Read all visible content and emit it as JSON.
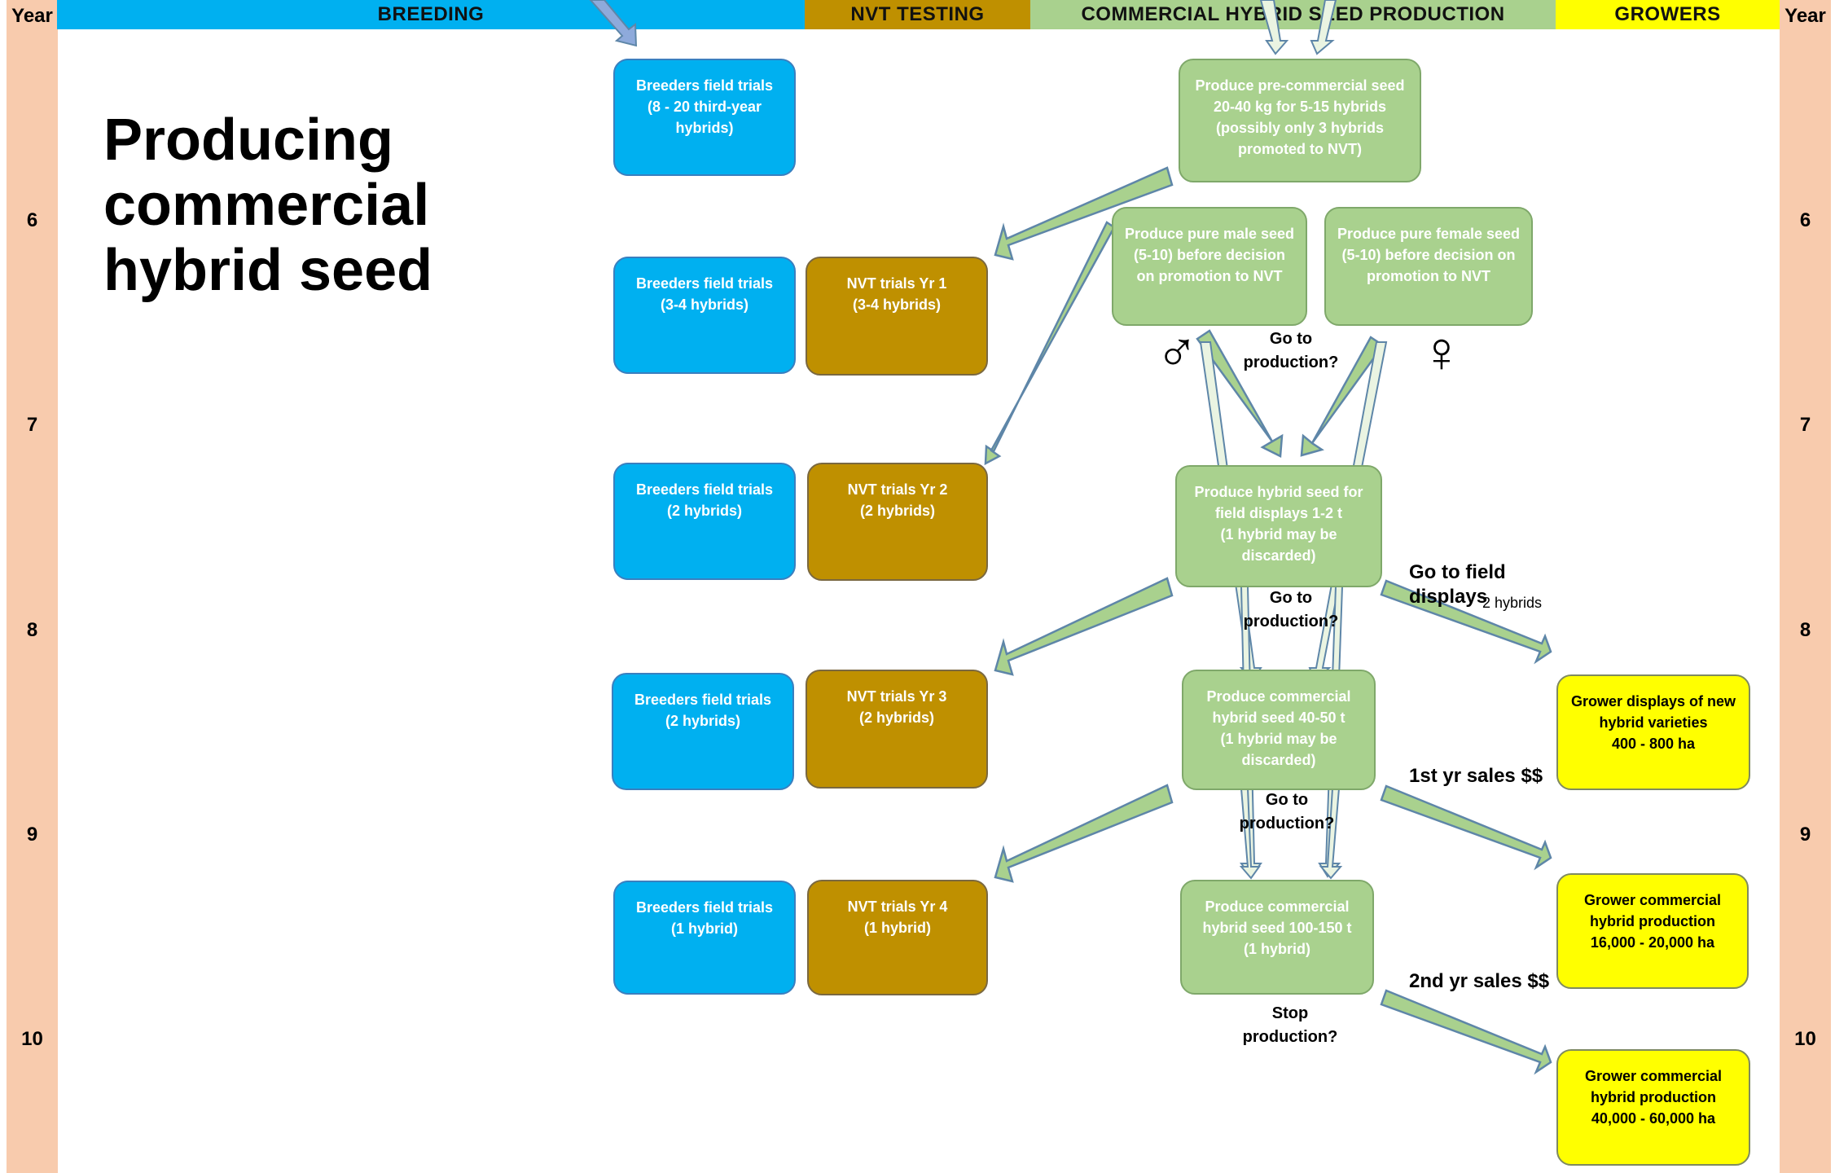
{
  "year_label": "Year",
  "years": [
    "6",
    "7",
    "8",
    "9",
    "10"
  ],
  "headers": {
    "breeding": "BREEDING",
    "nvt": "NVT TESTING",
    "commercial": "COMMERCIAL HYBRID SEED PRODUCTION",
    "growers": "GROWERS"
  },
  "title": [
    "Producing",
    "commercial",
    "hybrid seed"
  ],
  "breeding_boxes": [
    "Breeders field trials\n(8 - 20 third-year\nhybrids)",
    "Breeders field trials\n(3-4 hybrids)",
    "Breeders field trials\n(2 hybrids)",
    "Breeders field trials\n(2 hybrids)",
    "Breeders field trials\n(1 hybrid)"
  ],
  "nvt_boxes": [
    "NVT trials Yr 1\n(3-4  hybrids)",
    "NVT trials Yr 2\n(2  hybrids)",
    "NVT trials Yr 3\n(2  hybrids)",
    "NVT trials Yr 4\n(1  hybrid)"
  ],
  "production_boxes": {
    "pre_commercial": "Produce pre-commercial seed\n20-40 kg for 5-15 hybrids\n(possibly only 3 hybrids\npromoted to NVT)",
    "male": "Produce pure male seed\n(5-10) before decision\non promotion to NVT",
    "female": "Produce pure female seed\n(5-10) before decision on\npromotion to NVT",
    "field_displays": "Produce hybrid seed for\nfield displays 1-2 t\n(1 hybrid may be\ndiscarded)",
    "commercial_40": "Produce commercial\nhybrid seed 40-50 t\n(1 hybrid may be\ndiscarded)",
    "commercial_100": "Produce commercial\nhybrid seed 100-150 t\n(1 hybrid)"
  },
  "grower_boxes": [
    "Grower displays of  new\nhybrid varieties\n400 - 800 ha",
    "Grower commercial\nhybrid production\n16,000 - 20,000 ha",
    "Grower commercial\nhybrid production\n40,000 - 60,000 ha"
  ],
  "labels": {
    "male_symbol": "♂",
    "female_symbol": "♀",
    "go_to_production": "Go to\nproduction?",
    "stop_production": "Stop\nproduction?",
    "go_to_field_displays": "Go to field displays",
    "two_hybrids": "2 hybrids",
    "first_yr_sales": "1st yr sales $$",
    "second_yr_sales": "2nd yr sales $$"
  },
  "colors": {
    "year_column": "#f8cbad",
    "breeding": "#00b0f0",
    "nvt": "#bf9000",
    "commercial": "#a9d18e",
    "growers": "#ffff00"
  }
}
